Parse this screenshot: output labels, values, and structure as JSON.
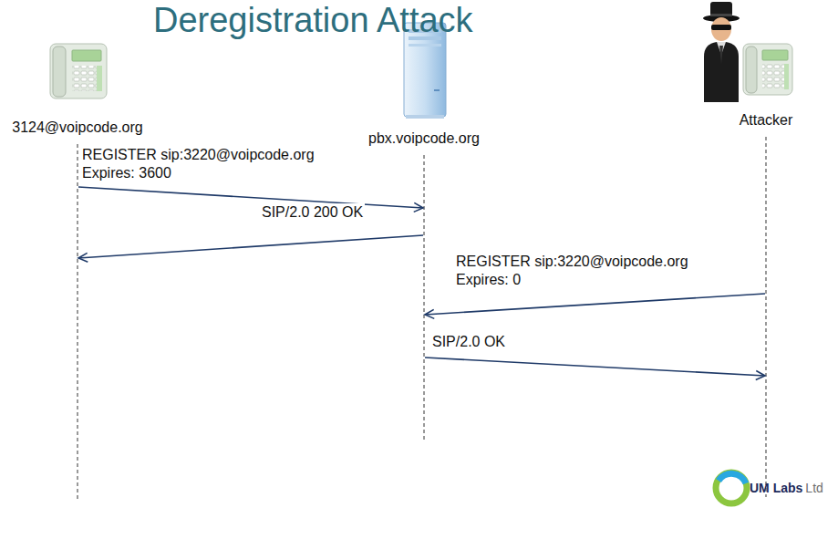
{
  "diagram": {
    "title": "Deregistration Attack",
    "nodes": [
      {
        "text": [
          "3124@voipcode.org"
        ]
      },
      {
        "text": [
          "pbx.voipcode.org"
        ]
      },
      {
        "text": [
          "Attacker"
        ]
      }
    ],
    "edges": [
      {
        "from": 0,
        "to": 1,
        "arrow": "to",
        "label": "REGISTER sip:3220@voipcode.org Expires: 3600"
      },
      {
        "from": 1,
        "to": 0,
        "arrow": "to",
        "label": "SIP/2.0 200 OK"
      },
      {
        "from": 2,
        "to": 1,
        "arrow": "to",
        "label": "REGISTER sip:3220@voipcode.org Expires: 0"
      },
      {
        "from": 1,
        "to": 2,
        "arrow": "to",
        "label": "SIP/2.0 OK"
      }
    ],
    "labels": [
      "UM Labs",
      "Ltd"
    ]
  }
}
